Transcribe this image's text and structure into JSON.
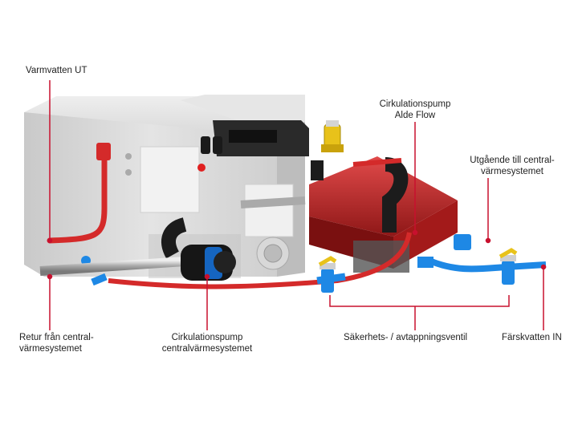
{
  "labels": {
    "hot_water_out": "Varmvatten UT",
    "circ_pump_alde_flow": "Cirkulationspump\nAlde Flow",
    "outgoing_central": "Utgående till central-\nvärmesystemet",
    "return_central": "Retur från central-\nvärmesystemet",
    "circ_pump_central": "Cirkulationspump\ncentralvärmesystemet",
    "safety_valve": "Säkerhets- / avtappningsventil",
    "cold_water_in": "Färskvatten IN"
  },
  "colors": {
    "leader": "#c8102e",
    "hot_pipe": "#d42a2a",
    "cold_pipe": "#1e88e5",
    "black_pipe": "#1c1c1c",
    "boiler_body": "#d7d7d7",
    "pump_housing": "#b32020"
  }
}
